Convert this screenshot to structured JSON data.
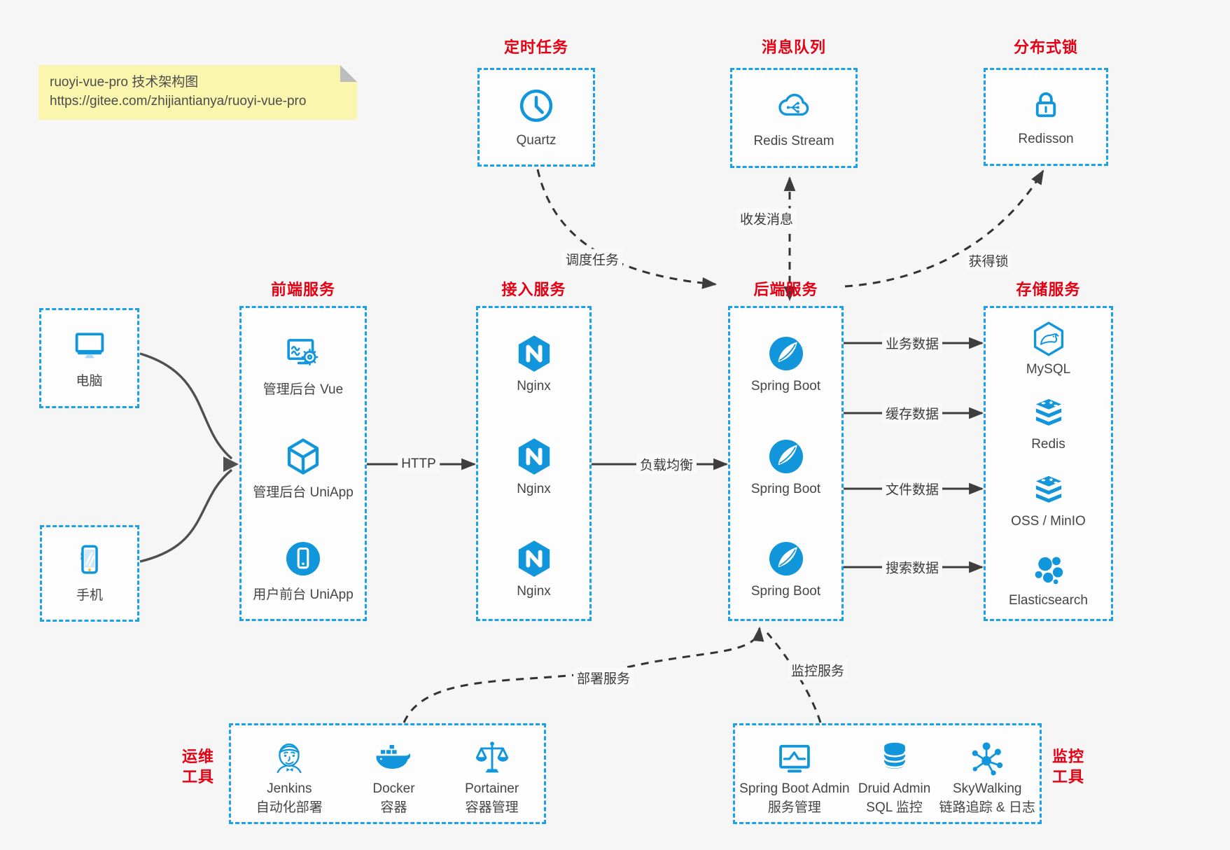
{
  "note": {
    "line1": "ruoyi-vue-pro 技术架构图",
    "line2": "https://gitee.com/zhijiantianya/ruoyi-vue-pro"
  },
  "top_groups": [
    {
      "title": "定时任务",
      "node": "Quartz",
      "icon": "clock-icon"
    },
    {
      "title": "消息队列",
      "node": "Redis Stream",
      "icon": "cloud-stream-icon"
    },
    {
      "title": "分布式锁",
      "node": "Redisson",
      "icon": "lock-icon"
    }
  ],
  "clients": [
    {
      "label": "电脑",
      "icon": "desktop-icon"
    },
    {
      "label": "手机",
      "icon": "phone-icon"
    }
  ],
  "columns": [
    {
      "title": "前端服务",
      "nodes": [
        "管理后台 Vue",
        "管理后台 UniApp",
        "用户前台 UniApp"
      ],
      "icons": [
        "admin-vue-icon",
        "uniapp-cube-icon",
        "user-uniapp-icon"
      ]
    },
    {
      "title": "接入服务",
      "nodes": [
        "Nginx",
        "Nginx",
        "Nginx"
      ],
      "icons": [
        "nginx-icon",
        "nginx-icon",
        "nginx-icon"
      ]
    },
    {
      "title": "后端服务",
      "nodes": [
        "Spring Boot",
        "Spring Boot",
        "Spring Boot"
      ],
      "icons": [
        "spring-icon",
        "spring-icon",
        "spring-icon"
      ]
    },
    {
      "title": "存储服务",
      "nodes": [
        "MySQL",
        "Redis",
        "OSS / MinIO",
        "Elasticsearch"
      ],
      "icons": [
        "mysql-icon",
        "redis-stack-icon",
        "redis-stack-icon",
        "elasticsearch-icon"
      ]
    }
  ],
  "edges": {
    "http": "HTTP",
    "load_balance": "负载均衡",
    "schedule": "调度任务",
    "message": "收发消息",
    "lock": "获得锁",
    "business": "业务数据",
    "cache": "缓存数据",
    "file": "文件数据",
    "search": "搜索数据",
    "deploy": "部署服务",
    "monitor": "监控服务"
  },
  "bottom_groups": [
    {
      "label_line1": "运维",
      "label_line2": "工具",
      "nodes": [
        {
          "name": "Jenkins",
          "desc": "自动化部署",
          "icon": "jenkins-icon"
        },
        {
          "name": "Docker",
          "desc": "容器",
          "icon": "docker-icon"
        },
        {
          "name": "Portainer",
          "desc": "容器管理",
          "icon": "portainer-icon"
        }
      ]
    },
    {
      "label_line1": "监控",
      "label_line2": "工具",
      "nodes": [
        {
          "name": "Spring Boot Admin",
          "desc": "服务管理",
          "icon": "monitor-chart-icon"
        },
        {
          "name": "Druid Admin",
          "desc": "SQL 监控",
          "icon": "database-icon"
        },
        {
          "name": "SkyWalking",
          "desc": "链路追踪 & 日志",
          "icon": "topology-icon"
        }
      ]
    }
  ],
  "colors": {
    "accent_blue": "#1ba0ec",
    "icon_blue": "#1296db",
    "title_red": "#e60013",
    "note_bg": "#fbf6ae",
    "canvas_bg": "#f6f6f6",
    "line_dark": "#3d3d3d"
  }
}
